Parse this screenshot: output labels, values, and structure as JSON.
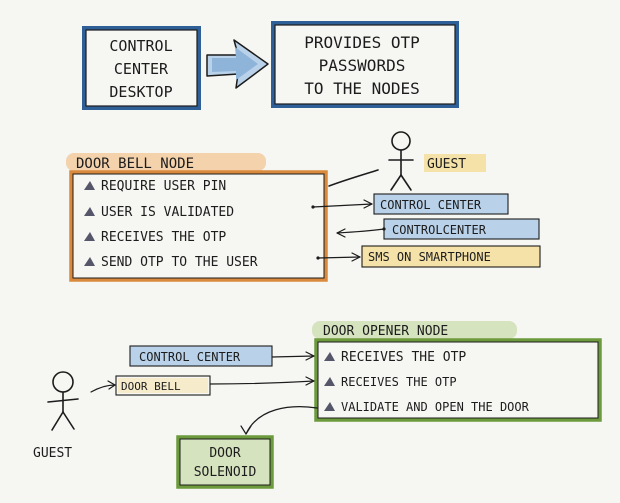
{
  "top": {
    "desktop_box": [
      "CONTROL",
      "CENTER",
      "DESKTOP"
    ],
    "otp_box": [
      "PROVIDES OTP",
      "PASSWORDS",
      "TO THE NODES"
    ]
  },
  "doorbell": {
    "title": "DOOR BELL NODE",
    "items": [
      "REQUIRE USER PIN",
      "USER IS VALIDATED",
      "RECEIVES THE OTP",
      "SEND OTP TO THE USER"
    ],
    "guest_label": "GUEST",
    "tags": [
      "CONTROL CENTER",
      "CONTROLCENTER",
      "SMS ON SMARTPHONE"
    ]
  },
  "opener": {
    "title": "DOOR OPENER NODE",
    "items": [
      "RECEIVES THE OTP",
      "RECEIVES THE OTP",
      "VALIDATE AND OPEN THE DOOR"
    ],
    "inputs": [
      "CONTROL CENTER",
      "DOOR BELL"
    ],
    "guest_label": "GUEST",
    "solenoid": [
      "DOOR",
      "SOLENOID"
    ]
  },
  "colors": {
    "blue_box": "#2f5f97",
    "orange_box": "#d98a3c",
    "green_box": "#6c9a3c",
    "blue_fill": "#b9d2ea",
    "yellow_fill": "#f5e2a8",
    "green_fill": "#d6e3bf",
    "orange_fill": "#f3d2ac",
    "triangle": "#56566a"
  }
}
